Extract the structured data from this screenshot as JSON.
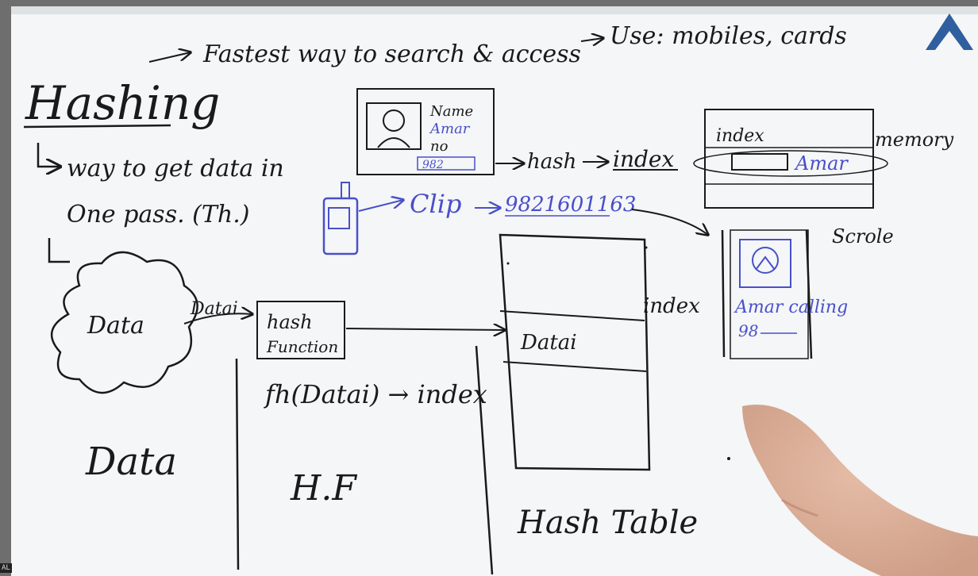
{
  "board": {
    "title": "Hashing",
    "headline": "Fastest way to search & access",
    "use_cases": "Use: mobiles, cards",
    "definition_line1": "way to get data in",
    "definition_line2": "One pass. (Th.)"
  },
  "contact_card": {
    "name_label": "Name",
    "name_value": "Amar",
    "no_label": "no",
    "no_value": "982"
  },
  "flow": {
    "hash_label": "hash",
    "index_label": "index",
    "clip_label": "Clip",
    "phone_number": "9821601163"
  },
  "memory_box": {
    "header": "index",
    "entry": "Amar",
    "label": "memory"
  },
  "screen_box": {
    "label": "Scrole",
    "caller": "Amar calling",
    "number": "98"
  },
  "diagram": {
    "cloud_label": "Data",
    "arrow_label": "Datai",
    "function_box_line1": "hash",
    "function_box_line2": "Function",
    "table_slot_label": "Datai",
    "table_index_label": "index",
    "formula": "fh(Datai) → index",
    "abbreviation": "H.F",
    "bottom_word": "Data",
    "table_caption": "Hash Table"
  },
  "corner_tag": "AL",
  "colors": {
    "board": "#f4f6f7",
    "ink_black": "#1a1a1a",
    "ink_blue": "#4a4fc9",
    "frame": "#6e6e6e",
    "skin": "#d9a58a"
  },
  "icons": {
    "logo": "pagoda-logo-icon",
    "phone": "phone-icon",
    "avatar": "person-avatar-icon"
  }
}
